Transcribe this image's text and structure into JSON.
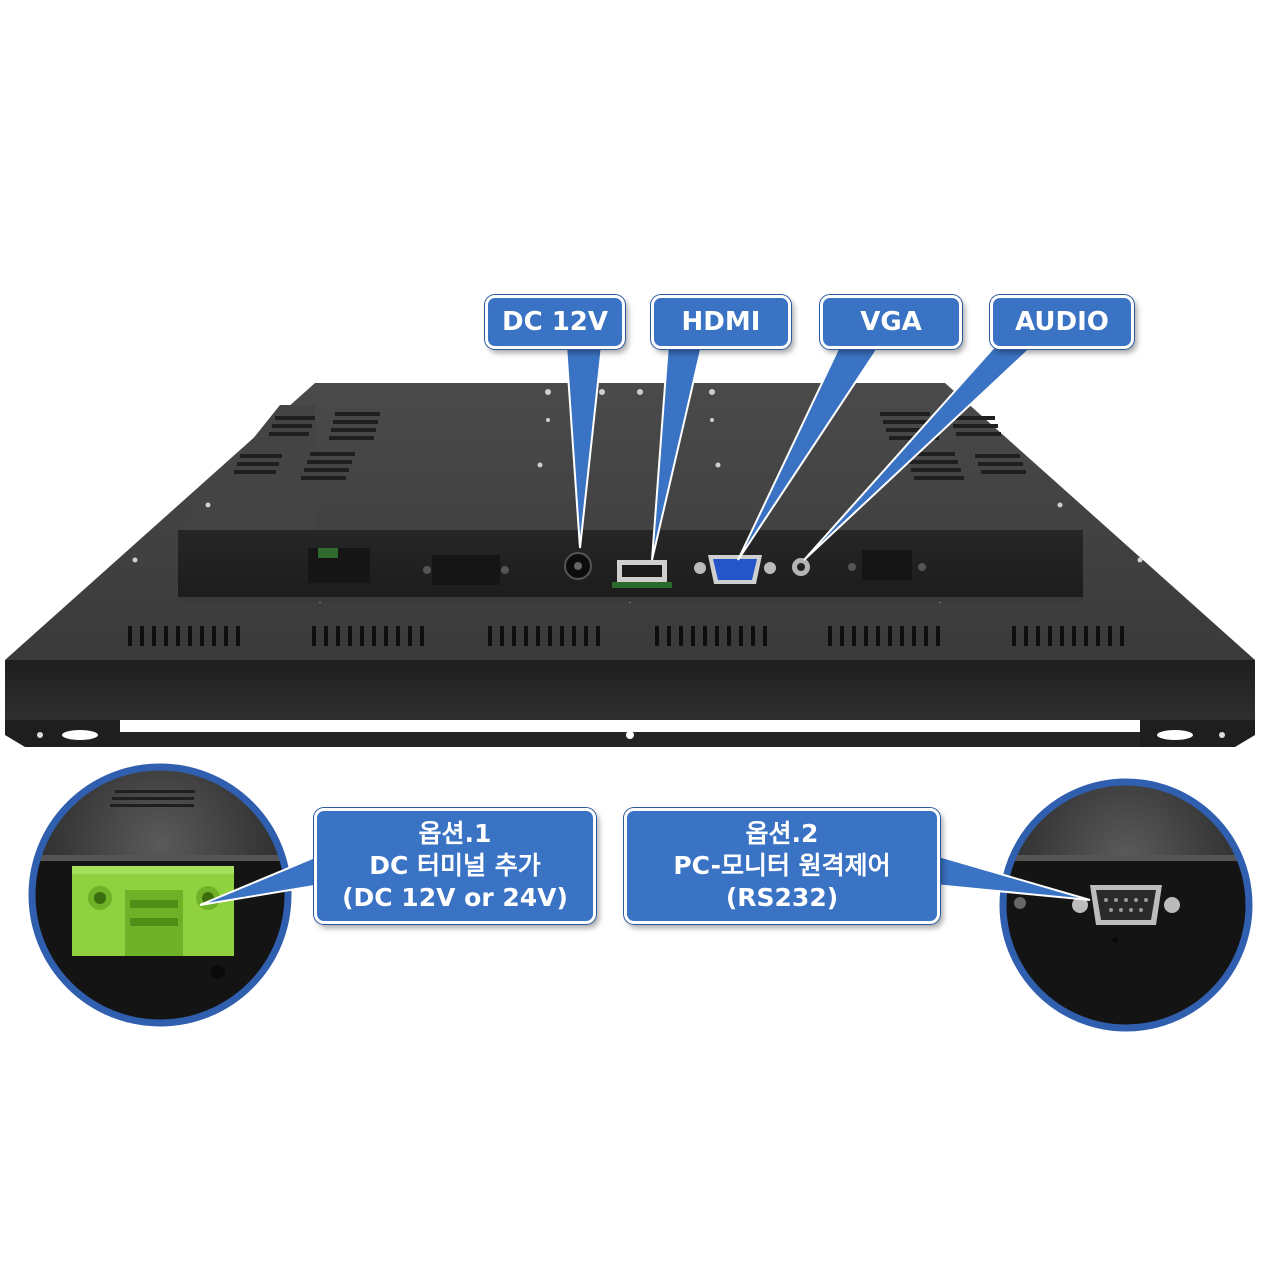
{
  "callouts": {
    "dc12v": "DC 12V",
    "hdmi": "HDMI",
    "vga": "VGA",
    "audio": "AUDIO",
    "option1": {
      "line1": "옵션.1",
      "line2": "DC 터미널 추가",
      "line3": "(DC 12V or 24V)"
    },
    "option2": {
      "line1": "옵션.2",
      "line2": "PC-모니터 원격제어",
      "line3": "(RS232)"
    }
  },
  "colors": {
    "callout_fill": "#3b73c4",
    "callout_border": "#ffffff",
    "chassis": "#2b2b2b",
    "terminal_green": "#8fd13f",
    "zoom_ring": "#2f5fae"
  },
  "icons": {
    "dc_jack": "barrel-jack-icon",
    "hdmi_port": "hdmi-port-icon",
    "vga_port": "vga-port-icon",
    "audio_port": "audio-jack-icon",
    "dc_terminal": "terminal-block-icon",
    "rs232_port": "db9-port-icon"
  }
}
